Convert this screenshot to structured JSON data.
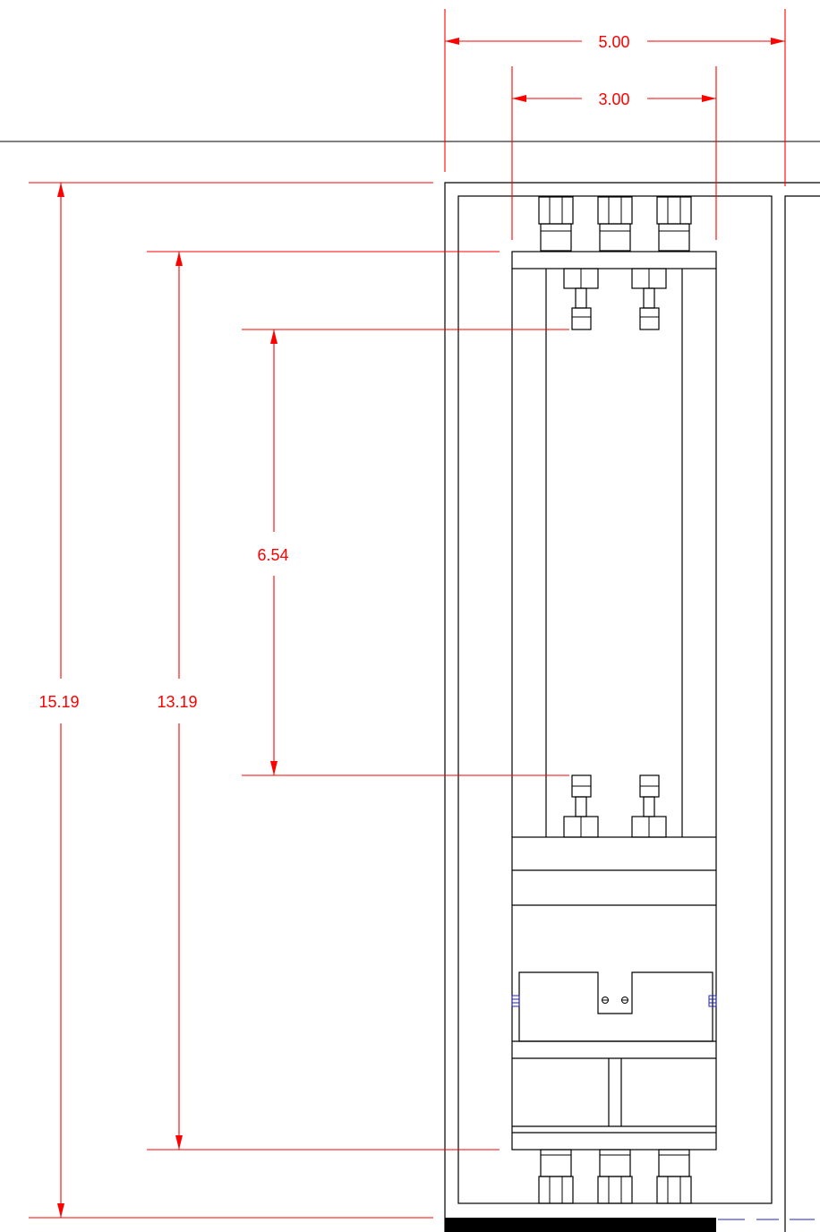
{
  "drawing": {
    "colors": {
      "object_lines": "#000000",
      "dimension_lines": "#ff0000",
      "hidden_detail": "#2020c0",
      "background": "#ffffff"
    },
    "dimensions": {
      "overall_width": "5.00",
      "inner_width": "3.00",
      "overall_height": "15.19",
      "frame_height": "13.19",
      "column_height": "6.54"
    }
  }
}
